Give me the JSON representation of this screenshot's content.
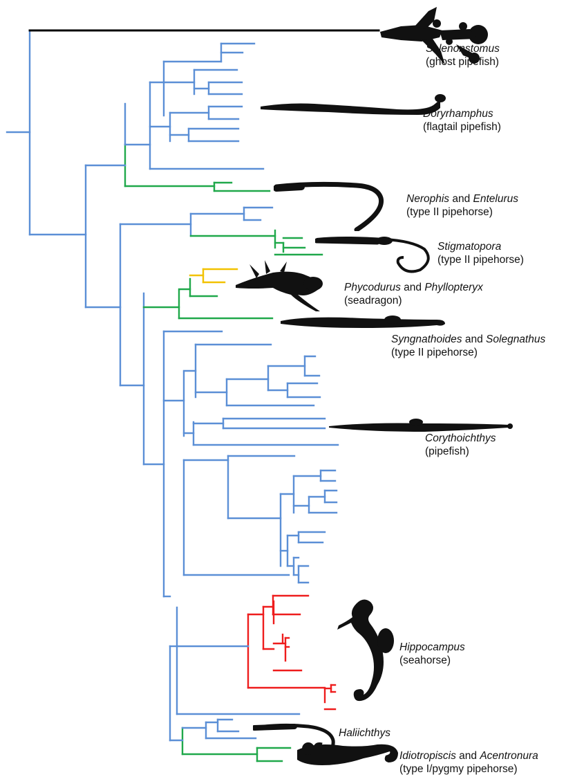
{
  "colors": {
    "outgroup": "#000000",
    "pipefish": "#5b8fd6",
    "type_ii_pipehorse": "#1fa84a",
    "seadragon": "#f2c200",
    "seahorse": "#ee1c1c",
    "silhouette": "#111111"
  },
  "taxa": {
    "solenostomus": {
      "genus": "Solenonstomus",
      "common": "(ghost pipefish)",
      "icon": "ghost-pipefish-silhouette"
    },
    "doryrhamphus": {
      "genus": "Doryrhamphus",
      "common": "(flagtail pipefish)",
      "icon": "flagtail-pipefish-silhouette"
    },
    "nerophis": {
      "genus1": "Nerophis",
      "joiner": " and ",
      "genus2": "Entelurus",
      "common": "(type II pipehorse)",
      "icon": "pipehorse-silhouette"
    },
    "stigmatopora": {
      "genus": "Stigmatopora",
      "common": "(type II pipehorse)",
      "icon": "pipehorse-silhouette"
    },
    "phycodurus": {
      "genus1": "Phycodurus",
      "joiner": " and ",
      "genus2": "Phyllopteryx",
      "common": "(seadragon)",
      "icon": "seadragon-silhouette"
    },
    "syngnathoides": {
      "genus1": "Syngnathoides",
      "joiner": " and ",
      "genus2": "Solegnathus",
      "common": "(type II pipehorse)",
      "icon": "pipehorse-silhouette"
    },
    "corythoichthys": {
      "genus": "Corythoichthys",
      "common": "(pipefish)",
      "icon": "pipefish-silhouette"
    },
    "hippocampus": {
      "genus": "Hippocampus",
      "common": "(seahorse)",
      "icon": "seahorse-silhouette"
    },
    "haliichthys": {
      "genus": "Haliichthys",
      "icon": "pipehorse-silhouette"
    },
    "idiotropiscis": {
      "genus1": "Idiotropiscis",
      "joiner": " and ",
      "genus2": "Acentronura",
      "common": "(type I/pygmy pipehorse)",
      "icon": "pygmy-pipehorse-silhouette"
    }
  }
}
